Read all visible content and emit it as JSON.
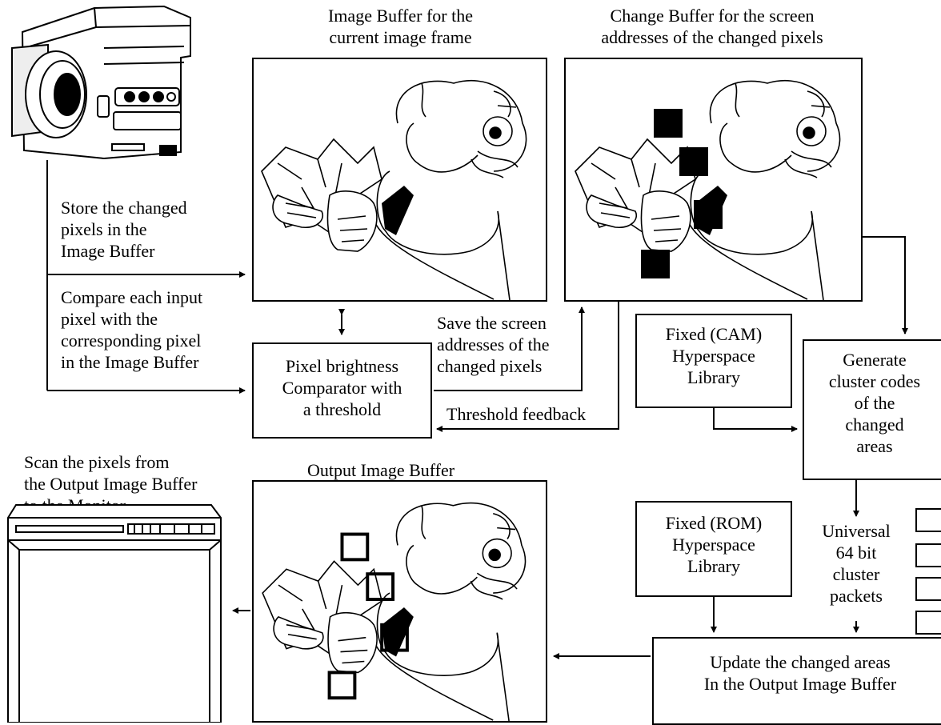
{
  "labels": {
    "image_buffer_title": [
      "Image Buffer for the",
      "current image frame"
    ],
    "change_buffer_title": [
      "Change Buffer for the screen",
      "addresses of the changed pixels"
    ],
    "store_changed": [
      "Store the changed",
      "pixels in the",
      "Image Buffer"
    ],
    "compare_each": [
      "Compare each input",
      "pixel with the",
      "corresponding pixel",
      "in the Image Buffer"
    ],
    "save_screen": [
      "Save the screen",
      "addresses of the",
      "changed pixels"
    ],
    "threshold_feedback": "Threshold feedback",
    "scan_pixels": [
      "Scan the pixels from",
      "the Output Image Buffer",
      "to the Monitor"
    ],
    "output_buffer_title": "Output Image Buffer",
    "universal_packets": [
      "Universal",
      "64 bit",
      "cluster",
      "packets"
    ]
  },
  "boxes": {
    "comparator": [
      "Pixel brightness",
      "Comparator with",
      "a threshold"
    ],
    "cam_library": [
      "Fixed (CAM)",
      "Hyperspace",
      "Library"
    ],
    "cluster_codes": [
      "Generate",
      "cluster codes",
      "of the",
      "changed",
      "areas"
    ],
    "rom_library": [
      "Fixed (ROM)",
      "Hyperspace",
      "Library"
    ],
    "update_areas": [
      "Update the changed areas",
      "In the Output Image Buffer"
    ]
  },
  "colors": {
    "line": "#000000",
    "fill_mark": "#000000",
    "background": "#ffffff"
  }
}
